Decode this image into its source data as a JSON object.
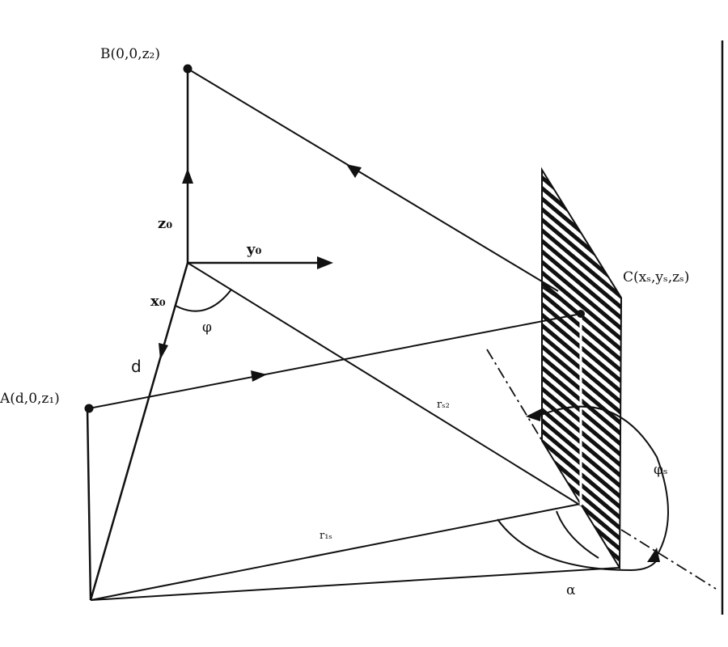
{
  "points": {
    "A": "A(d,0,z₁)",
    "B": "B(0,0,z₂)",
    "C": "C(xₛ,yₛ,zₛ)"
  },
  "axes": {
    "z": "z₀",
    "y": "y₀",
    "x": "x₀"
  },
  "labels": {
    "d": "d",
    "phi": "φ",
    "phi_s": "φₛ",
    "alpha": "α",
    "r_1s": "r₁ₛ",
    "r_s2": "rₛ₂"
  },
  "colors": {
    "ink": "#111111",
    "background": "#ffffff"
  }
}
